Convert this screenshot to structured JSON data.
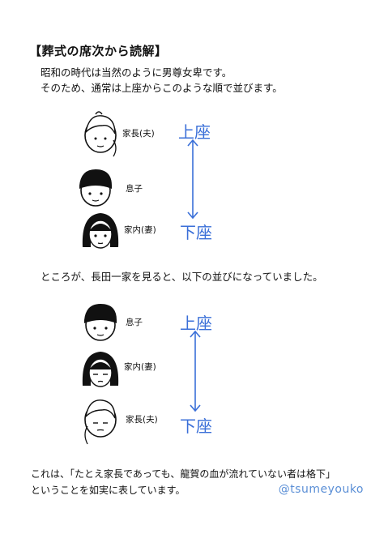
{
  "title": "【葬式の席次から読解】",
  "intro_lines": [
    "昭和の時代は当然のように男尊女卑です。",
    "そのため、通常は上座からこのような順で並びます。"
  ],
  "section1": {
    "rows": [
      "家長(夫)",
      "息子",
      "家内(妻)"
    ],
    "top_label": "上座",
    "bottom_label": "下座"
  },
  "middle_text": "ところが、長田一家を見ると、以下の並びになっていました。",
  "section2": {
    "rows": [
      "息子",
      "家内(妻)",
      "家長(夫)"
    ],
    "top_label": "上座",
    "bottom_label": "下座"
  },
  "closing_lines": [
    "これは、「たとえ家長であっても、龍賀の血が流れていない者は格下」",
    "ということを如実に表しています。"
  ],
  "handle": "@tsumeyouko",
  "colors": {
    "accent": "#3a6fd8",
    "ink": "#111111"
  }
}
